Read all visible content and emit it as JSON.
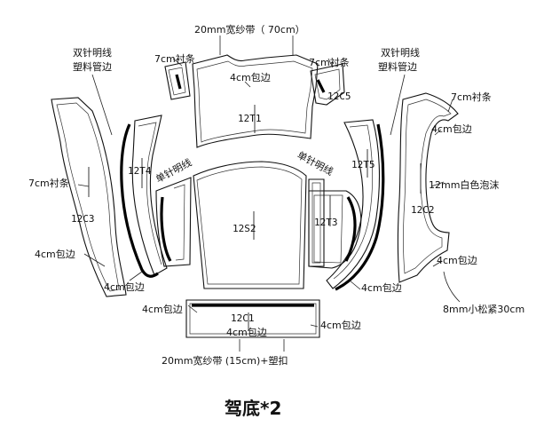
{
  "title": "驾底*2",
  "pieces": {
    "t1": "12T1",
    "t3": "12T3",
    "t4": "12T4",
    "t5": "12T5",
    "s2": "12S2",
    "c1": "12C1",
    "c2": "12C2",
    "c3": "12C3",
    "c5": "12C5"
  },
  "annotations": {
    "top_tape": "20mm宽纱带（ 70cm）",
    "lining_top_left": "7cm衬条",
    "lining_top_right": "7cm衬条",
    "binding_top": "4cm包边",
    "double_stitch_left_l1": "双针明线",
    "double_stitch_left_l2": "塑料管边",
    "double_stitch_right_l1": "双针明线",
    "double_stitch_right_l2": "塑料管边",
    "lining_right": "7cm衬条",
    "binding_right_upper": "4cm包边",
    "white_foam": "12mm白色泡沫",
    "lining_left": "7cm衬条",
    "single_stitch_left": "单针明线",
    "single_stitch_right": "单针明线",
    "binding_left_lower": "4cm包边",
    "binding_c3_bottom": "4cm包边",
    "binding_t3_bottom": "4cm包边",
    "binding_c2_bottom": "4cm包边",
    "elastic": "8mm小松紧30cm",
    "binding_c1_left": "4cm包边",
    "binding_c1_right": "4cm包边",
    "binding_c1_center": "4cm包边",
    "bottom_tape": "20mm宽纱带 (15cm)+塑扣"
  }
}
